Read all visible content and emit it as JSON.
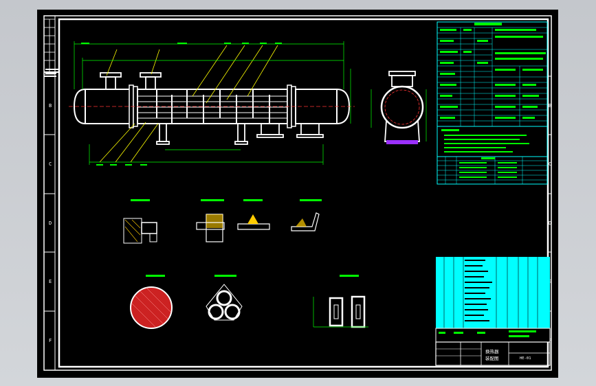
{
  "colors": {
    "background": "#000000",
    "frame": "#ffffff",
    "shell": "#ffffff",
    "dimension": "#00ff00",
    "leader": "#ffff00",
    "table": "#00ffff",
    "section_fill": "#cc2222",
    "weld": "#ffcc00",
    "viewport_bg": "#c9ccd1"
  },
  "border_zones": {
    "left": [
      "B",
      "C",
      "D",
      "E",
      "F"
    ],
    "right": [
      "B",
      "C",
      "D",
      "E",
      "F"
    ]
  },
  "title_block": {
    "drawing_number": "HE-01",
    "title_line1": "换热器",
    "title_line2": "装配图"
  },
  "icons": {
    "shell": "heat-exchanger-shell-icon",
    "end_view": "end-view-circle-icon",
    "detail": "weld-detail-icon"
  }
}
